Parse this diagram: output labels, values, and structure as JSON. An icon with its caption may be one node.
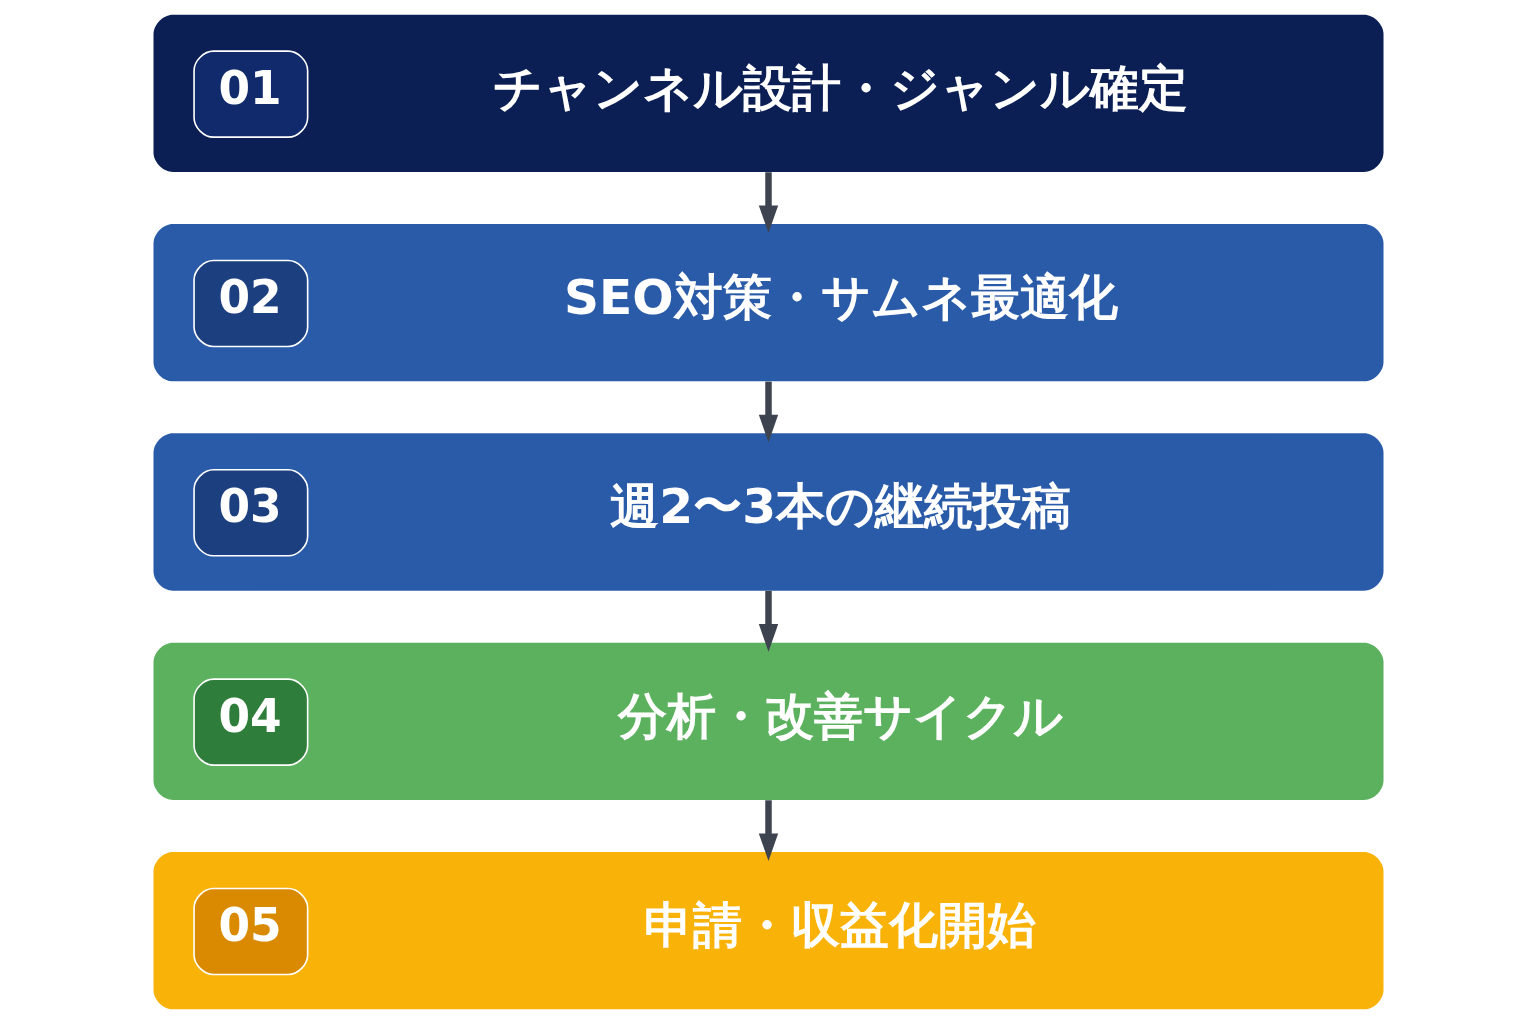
{
  "diagram": {
    "nodes": [
      {
        "text": [
          "01",
          "チャンネル設計・ジャンル確定"
        ]
      },
      {
        "text": [
          "02",
          "SEO対策・サムネ最適化"
        ]
      },
      {
        "text": [
          "03",
          "週2〜3本の継続投稿"
        ]
      },
      {
        "text": [
          "04",
          "分析・改善サイクル"
        ]
      },
      {
        "text": [
          "05",
          "申請・収益化開始"
        ]
      }
    ],
    "edges": [
      {
        "from": 0,
        "to": 1,
        "arrow": "to"
      },
      {
        "from": 1,
        "to": 2,
        "arrow": "to"
      },
      {
        "from": 2,
        "to": 3,
        "arrow": "to"
      },
      {
        "from": 3,
        "to": 4,
        "arrow": "to"
      }
    ]
  }
}
